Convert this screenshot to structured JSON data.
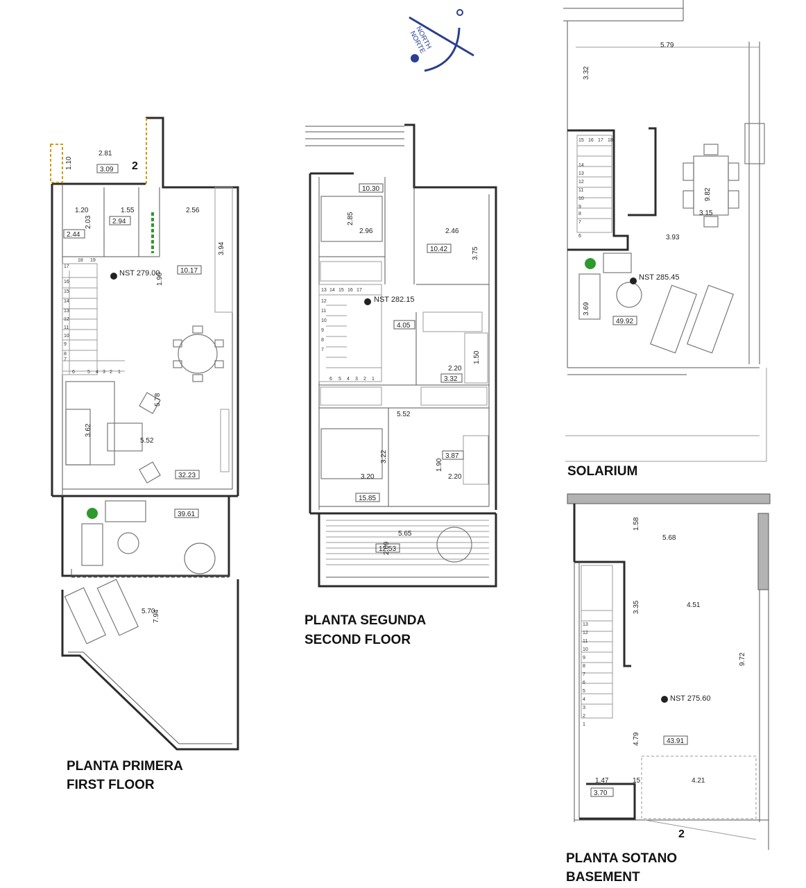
{
  "compass": {
    "north_label": "NORTH",
    "norte_label": "NORTE"
  },
  "first_floor": {
    "title_es": "PLANTA PRIMERA",
    "title_en": "FIRST FLOOR",
    "nst": "NST 279.00",
    "stair_numbers": [
      "17",
      "18",
      "19",
      "16",
      "15",
      "14",
      "13",
      "12",
      "11",
      "10",
      "9",
      "8",
      "7",
      "6",
      "5",
      "4",
      "3",
      "2",
      "1"
    ],
    "unit_number": "2",
    "dimensions": [
      "2.81",
      "1.10",
      "1.20",
      "1.55",
      "2.03",
      "2.56",
      "3.94",
      "1.90",
      "5.78",
      "3.62",
      "5.52",
      "5.70",
      "7.94"
    ],
    "areas": [
      "3.09",
      "2.94",
      "2.44",
      "10.17",
      "32.23",
      "39.61"
    ]
  },
  "second_floor": {
    "title_es": "PLANTA SEGUNDA",
    "title_en": "SECOND FLOOR",
    "nst": "NST 282.15",
    "stair_numbers": [
      "13",
      "14",
      "15",
      "16",
      "17",
      "12",
      "11",
      "10",
      "9",
      "8",
      "7",
      "6",
      "5",
      "4",
      "3",
      "2",
      "1"
    ],
    "dimensions": [
      "2.85",
      "2.96",
      "2.46",
      "3.75",
      "2.20",
      "1.50",
      "5.52",
      "3.22",
      "3.20",
      "1.90",
      "2.20",
      "5.65",
      "2.09"
    ],
    "areas": [
      "10.30",
      "10.42",
      "4.05",
      "3.32",
      "3.87",
      "15.85",
      "12.53"
    ]
  },
  "solarium": {
    "title": "SOLARIUM",
    "nst": "NST 285.45",
    "stair_numbers": [
      "15",
      "16",
      "17",
      "18",
      "14",
      "13",
      "12",
      "11",
      "10",
      "9",
      "8",
      "7",
      "6"
    ],
    "dimensions": [
      "5.79",
      "3.32",
      "9.82",
      "3.15",
      "3.93",
      "3.69"
    ],
    "areas": [
      "49.92"
    ]
  },
  "basement": {
    "title_es": "PLANTA SOTANO",
    "title_en": "BASEMENT",
    "nst": "NST 275.60",
    "stair_numbers": [
      "13",
      "12",
      "11",
      "10",
      "9",
      "8",
      "7",
      "6",
      "5",
      "4",
      "3",
      "2",
      "1"
    ],
    "unit_number": "2",
    "dimensions": [
      "1.58",
      "5.68",
      "3.35",
      "4.51",
      "9.72",
      "4.79",
      "1.47",
      "15",
      "4.21"
    ],
    "areas": [
      "43.91",
      "3.70"
    ]
  }
}
